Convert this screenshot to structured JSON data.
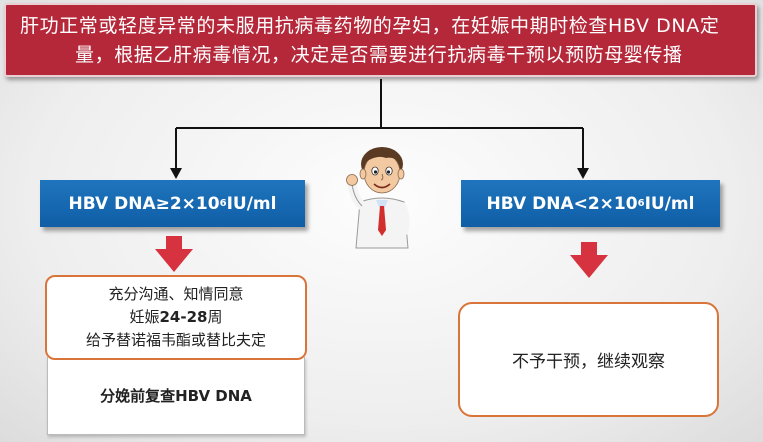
{
  "title": {
    "line1": "肝功正常或轻度异常的未服用抗病毒药物的孕妇，在妊娠中期时检查HBV DNA定",
    "line2": "量，根据乙肝病毒情况，决定是否需要进行抗病毒干预以预防母婴传播"
  },
  "left_branch": {
    "condition_prefix": "HBV DNA≥2×10",
    "condition_exp": "6",
    "condition_suffix": "IU/ml",
    "consult": {
      "line1": "充分沟通、知情同意",
      "line2_prefix": "妊娠",
      "line2_weeks": "24-28",
      "line2_suffix": "周",
      "line3": "给予替诺福韦酯或替比夫定"
    },
    "recheck": "分娩前复查HBV DNA"
  },
  "right_branch": {
    "condition_prefix": "HBV DNA<2×10",
    "condition_exp": "6",
    "condition_suffix": "IU/ml",
    "result": "不予干预，继续观察"
  },
  "colors": {
    "title_bg": "#b5283a",
    "condition_bg": "#1a6db5",
    "arrow_red": "#d6323f",
    "box_border": "#d9753a"
  },
  "icons": {
    "doctor": "cartoon-doctor-icon",
    "down_arrow": "red-down-arrow-icon"
  }
}
